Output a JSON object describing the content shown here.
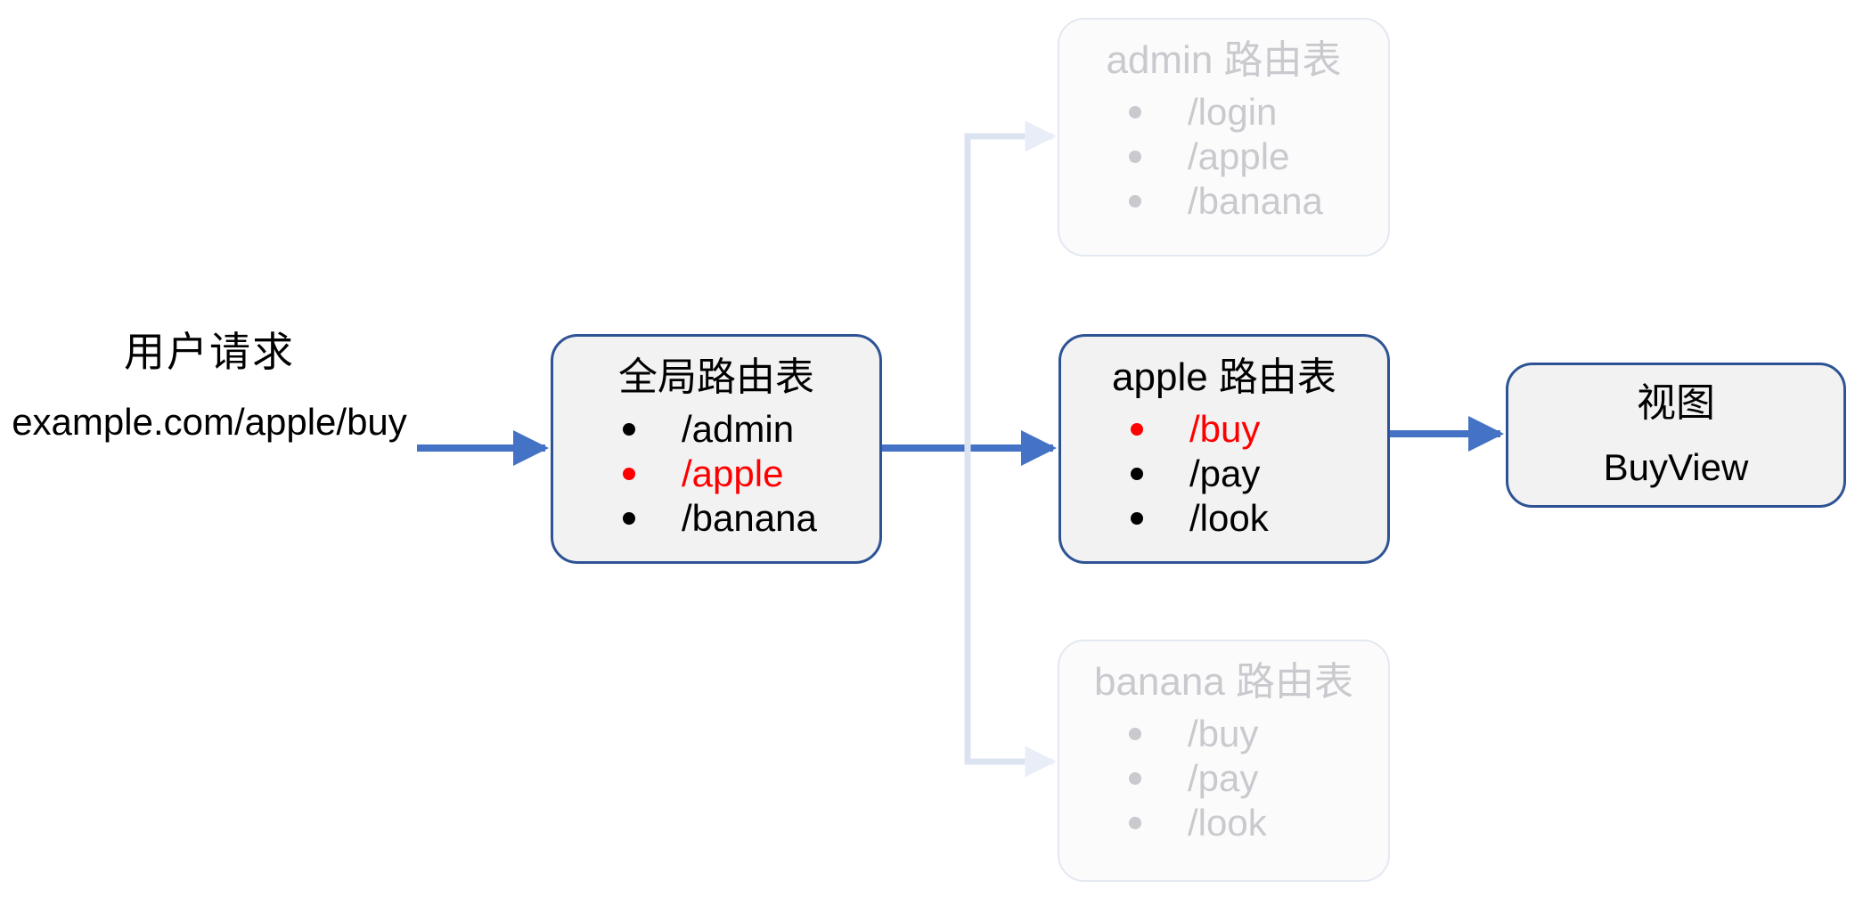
{
  "diagram": {
    "title": "URL routing dispatch diagram",
    "colors": {
      "arrow_blue": "#4472C4",
      "box_border": "#2E5395",
      "box_fill": "#F2F2F2",
      "highlight_red": "#FF0000",
      "faded_gray": "#C9C9CE",
      "faded_line": "#DCE3F0"
    }
  },
  "request": {
    "title": "用户请求",
    "url": "example.com/apple/buy"
  },
  "boxes": {
    "global": {
      "title": "全局路由表",
      "items": [
        {
          "label": "/admin",
          "highlight": false
        },
        {
          "label": "/apple",
          "highlight": true
        },
        {
          "label": "/banana",
          "highlight": false
        }
      ]
    },
    "admin": {
      "title": "admin 路由表",
      "items": [
        {
          "label": "/login",
          "highlight": false
        },
        {
          "label": "/apple",
          "highlight": false
        },
        {
          "label": "/banana",
          "highlight": false
        }
      ]
    },
    "apple": {
      "title": "apple 路由表",
      "items": [
        {
          "label": "/buy",
          "highlight": true
        },
        {
          "label": "/pay",
          "highlight": false
        },
        {
          "label": "/look",
          "highlight": false
        }
      ]
    },
    "banana": {
      "title": "banana 路由表",
      "items": [
        {
          "label": "/buy",
          "highlight": false
        },
        {
          "label": "/pay",
          "highlight": false
        },
        {
          "label": "/look",
          "highlight": false
        }
      ]
    },
    "view": {
      "line1": "视图",
      "line2": "BuyView"
    }
  },
  "connectors": [
    {
      "name": "request-to-global",
      "style": "solid-blue"
    },
    {
      "name": "global-to-apple",
      "style": "solid-blue"
    },
    {
      "name": "global-to-admin",
      "style": "faded"
    },
    {
      "name": "global-to-banana",
      "style": "faded"
    },
    {
      "name": "apple-buy-to-view",
      "style": "solid-blue"
    }
  ]
}
